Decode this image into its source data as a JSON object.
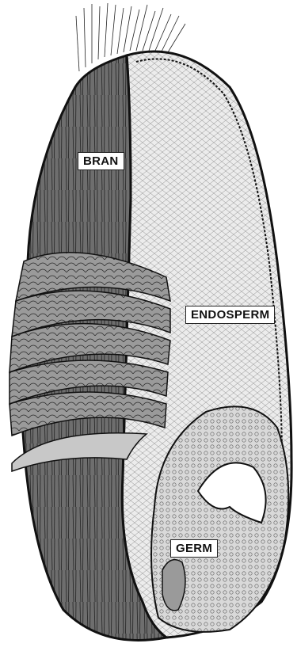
{
  "labels": {
    "bran": "BRAN",
    "endosperm": "ENDOSPERM",
    "germ": "GERM"
  },
  "colors": {
    "outline": "#111111",
    "bran_fill": "#6e6e6e",
    "bran_layer_fill": "#8a8a8a",
    "endosperm_fill": "#ececec",
    "germ_fill": "#d9d9d9",
    "cut_band": "#c8c8c8",
    "background": "#ffffff"
  }
}
